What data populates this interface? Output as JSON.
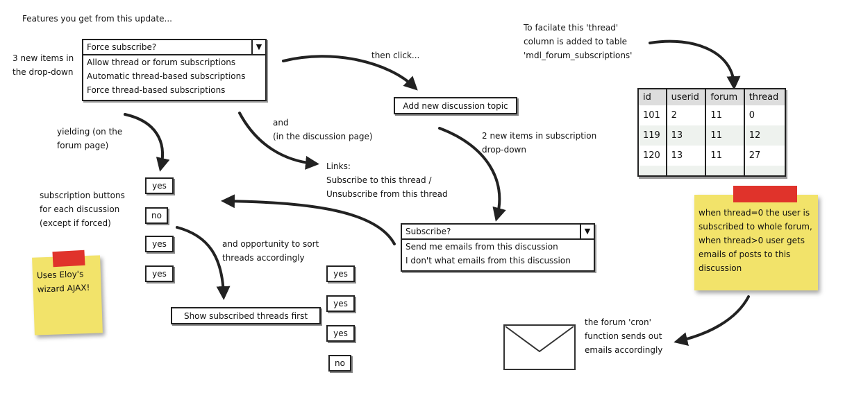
{
  "title": "Features you get from this update...",
  "labels": {
    "new_items_dropdown": "3 new items in\nthe drop-down",
    "then_click": "then click...",
    "yielding": "yielding (on the\nforum page)",
    "and_discussion": "and\n(in the discussion page)",
    "two_new_items": "2 new items in subscription\ndrop-down",
    "links": "Links:\nSubscribe to this thread /\nUnsubscribe from this thread",
    "subscription_buttons": "subscription buttons\nfor each discussion\n(except if forced)",
    "sort_opportunity": "and opportunity to sort\nthreads accordingly",
    "thread_column": "To facilate this 'thread'\ncolumn is added to table\n'mdl_forum_subscriptions'",
    "cron": "the forum 'cron'\nfunction sends out\nemails accordingly"
  },
  "force_dropdown": {
    "selected": "Force subscribe?",
    "options": [
      "Allow thread or forum subscriptions",
      "Automatic thread-based subscriptions",
      "Force thread-based subscriptions"
    ]
  },
  "subscribe_dropdown": {
    "selected": "Subscribe?",
    "options": [
      "Send me emails from this discussion",
      "I don't what emails from this discussion"
    ]
  },
  "buttons": {
    "add_topic": "Add new discussion topic",
    "show_subscribed": "Show subscribed threads first",
    "left_column": [
      "yes",
      "no",
      "yes",
      "yes"
    ],
    "right_column": [
      "yes",
      "yes",
      "yes",
      "no"
    ]
  },
  "table": {
    "headers": [
      "id",
      "userid",
      "forum",
      "thread"
    ],
    "rows": [
      [
        "101",
        "2",
        "11",
        "0"
      ],
      [
        "119",
        "13",
        "11",
        "12"
      ],
      [
        "120",
        "13",
        "11",
        "27"
      ]
    ]
  },
  "notes": {
    "eloy": "Uses Eloy's\nwizard AJAX!",
    "thread_meaning": "when thread=0 the user is\nsubscribed to whole forum,\nwhen thread>0 user gets\nemails of posts to this\ndiscussion"
  },
  "icons": {
    "envelope": "envelope-icon"
  },
  "colors": {
    "note": "#f2e36a",
    "tape": "#e0332b"
  }
}
